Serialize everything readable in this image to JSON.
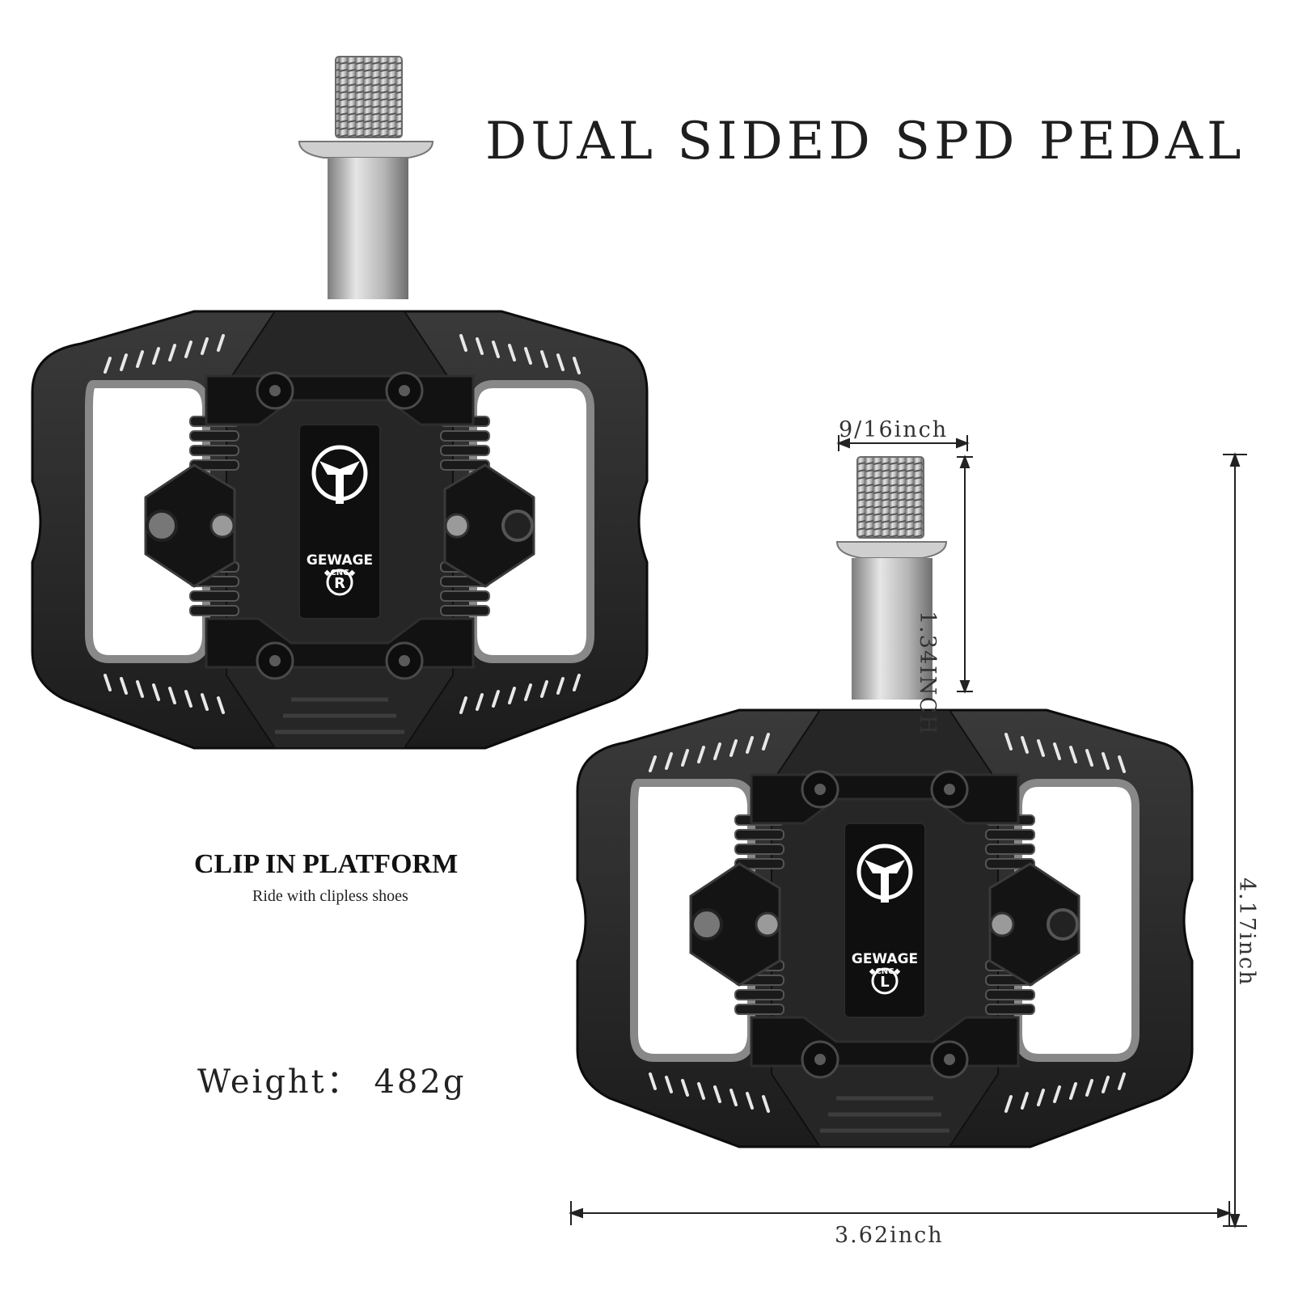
{
  "headline": "DUAL SIDED SPD PEDAL",
  "clip_in": {
    "title": "CLIP IN PLATFORM",
    "subtitle": "Ride with clipless shoes"
  },
  "weight": "Weight： 482g",
  "dimensions": {
    "thread_width": "9/16inch",
    "spindle_length": "1.34INCH",
    "pedal_height": "4.17inch",
    "pedal_width": "3.62inch"
  },
  "pedal_right": {
    "brand": "GEWAGE",
    "sub": "◆CNC◆",
    "side_mark": "R"
  },
  "pedal_left": {
    "brand": "GEWAGE",
    "sub": "◆CNC◆",
    "side_mark": "L"
  },
  "colors": {
    "body": "#2b2b2b",
    "body_dark": "#151515",
    "axle": "#b8b8b8",
    "stripe": "#e8e8e8"
  }
}
